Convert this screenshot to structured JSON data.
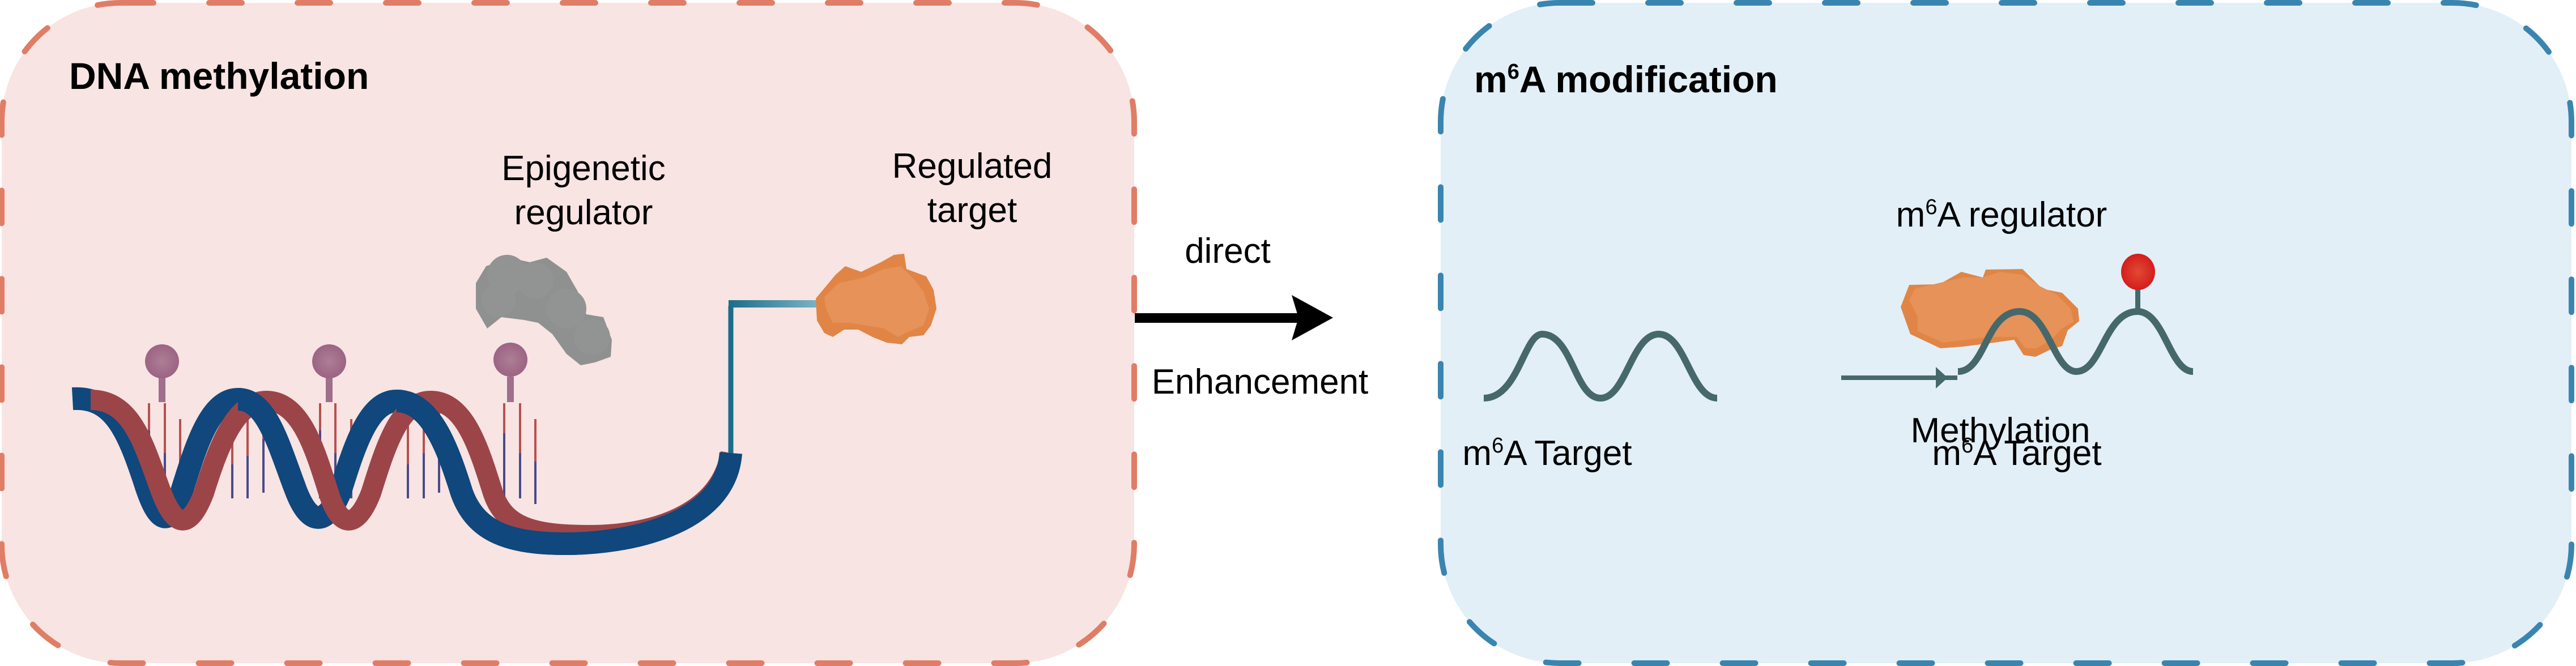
{
  "left_panel": {
    "title": "DNA methylation",
    "regulator_label_line1": "Epigenetic",
    "regulator_label_line2": "regulator",
    "target_label_line1": "Regulated",
    "target_label_line2": "target",
    "border_color": "#e07d66",
    "fill_color": "#f7e4e3"
  },
  "connector": {
    "top_label": "direct",
    "bottom_label": "Enhancement"
  },
  "right_panel": {
    "title_prefix": "m",
    "title_sup": "6",
    "title_suffix": "A modification",
    "regulator_prefix": "m",
    "regulator_sup": "6",
    "regulator_suffix": "A regulator",
    "arrow_label": "Methylation",
    "left_target_prefix": "m",
    "left_target_sup": "6",
    "left_target_suffix": "A Target",
    "right_target_prefix": "m",
    "right_target_sup": "6",
    "right_target_suffix": "A Target",
    "border_color": "#3a85b0",
    "fill_color": "#e2eff7"
  },
  "colors": {
    "dna_blue": "#10477c",
    "dna_red": "#9c4549",
    "methyl_purple": "#a06f8c",
    "regulator_gray": "#8f9190",
    "protein_orange": "#e08545",
    "protein_orange_light": "#e69258",
    "rna_slate": "#46686b",
    "m6a_red": "#d8332a",
    "promoter_teal": "#1b6d8a"
  }
}
